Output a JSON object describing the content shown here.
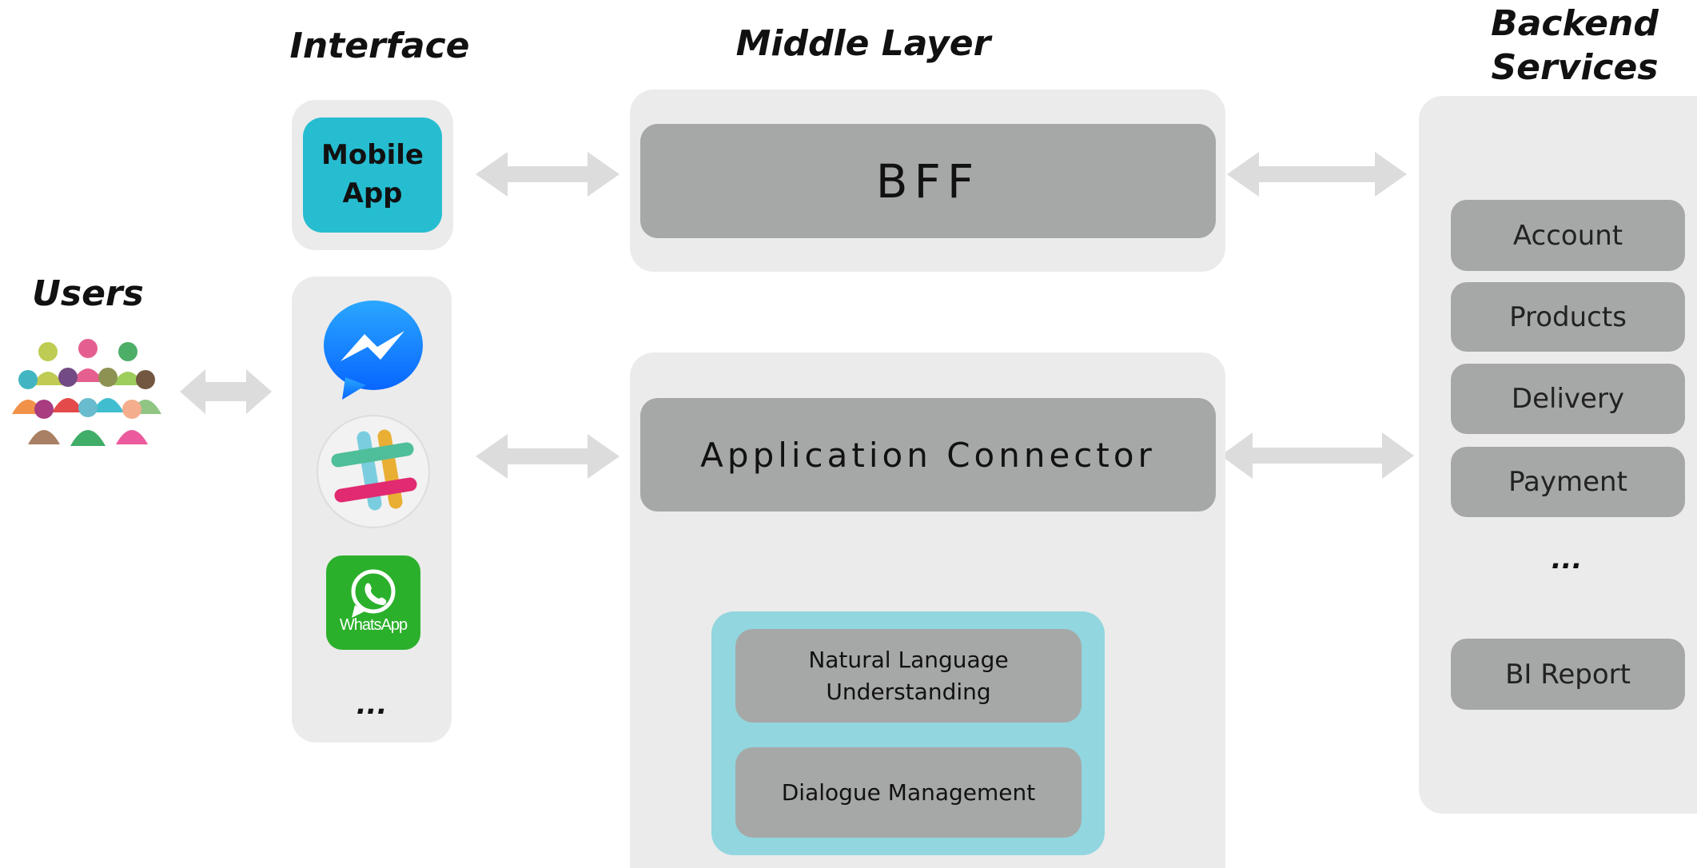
{
  "headings": {
    "users": "Users",
    "interface": "Interface",
    "middle_layer": "Middle Layer",
    "backend_line1": "Backend",
    "backend_line2": "Services"
  },
  "interface": {
    "mobile_app_line1": "Mobile",
    "mobile_app_line2": "App",
    "chat_apps": [
      {
        "icon": "messenger-icon"
      },
      {
        "icon": "slack-icon"
      },
      {
        "icon": "whatsapp-icon",
        "label": "WhatsApp"
      }
    ],
    "more": "..."
  },
  "middle": {
    "bff": "BFF",
    "connector": "Application Connector",
    "nlu_line1": "Natural Language",
    "nlu_line2": "Understanding",
    "dialogue": "Dialogue Management"
  },
  "backend": {
    "services": [
      "Account",
      "Products",
      "Delivery",
      "Payment"
    ],
    "more": "...",
    "bi_report": "BI Report"
  },
  "colors": {
    "panel": "#ebebeb",
    "block": "#a6a8a7",
    "mobile_app": "#27bdd1",
    "nlu_container": "#92d6df",
    "arrow": "#dcdcdc",
    "messenger": "#0a84ff",
    "whatsapp": "#2bb02b"
  }
}
